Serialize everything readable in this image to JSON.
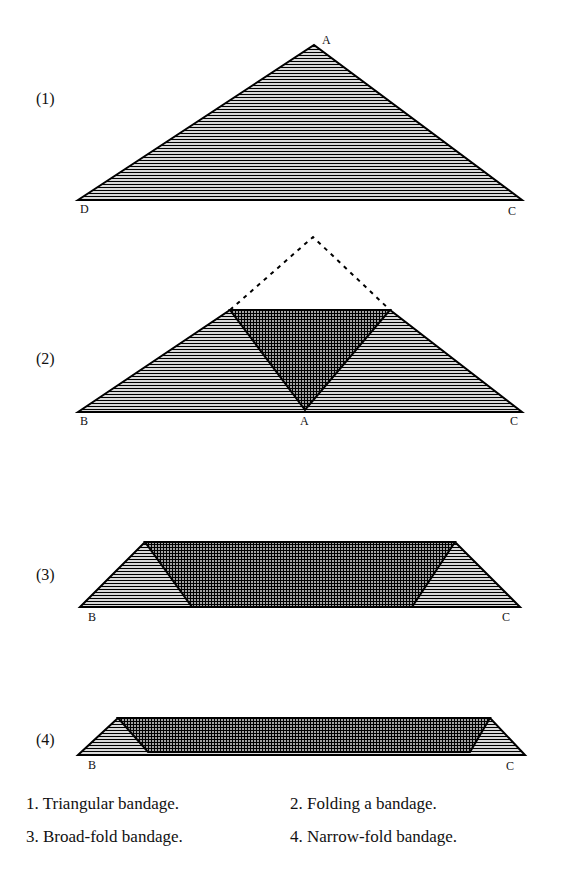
{
  "diagram": {
    "labels": [
      "(1)",
      "A",
      "D",
      "C",
      "(2)",
      "B",
      "A",
      "C",
      "(3)",
      "B",
      "C",
      "(4)",
      "B",
      "C",
      "1. Triangular bandage.",
      "2. Folding a bandage.",
      "3. Broad-fold bandage.",
      "4. Narrow-fold bandage."
    ]
  }
}
